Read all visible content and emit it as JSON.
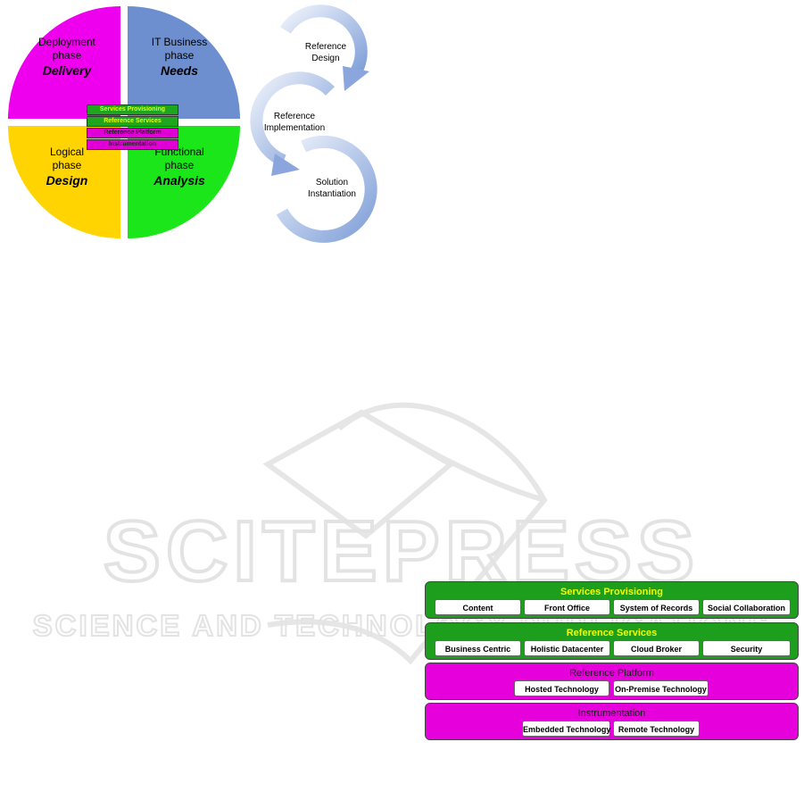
{
  "wheel": {
    "quadrants": [
      {
        "id": "deployment",
        "line1": "Deployment",
        "line2": "phase",
        "emphasis": "Delivery",
        "color": "#ee00ee"
      },
      {
        "id": "it-business",
        "line1": "IT Business",
        "line2": "phase",
        "emphasis": "Needs",
        "color": "#6d8fcf"
      },
      {
        "id": "logical",
        "line1": "Logical",
        "line2": "phase",
        "emphasis": "Design",
        "color": "#ffd400"
      },
      {
        "id": "functional",
        "line1": "Functional",
        "line2": "phase",
        "emphasis": "Analysis",
        "color": "#1ae61a"
      }
    ],
    "center_layers": [
      "Services Provisioning",
      "Reference Services",
      "Reference Platform",
      "Instrumentation"
    ]
  },
  "cycle": {
    "steps": [
      {
        "line1": "Reference",
        "line2": "Design"
      },
      {
        "line1": "Reference",
        "line2": "Implementation"
      },
      {
        "line1": "Solution",
        "line2": "Instantiation"
      }
    ]
  },
  "stack": {
    "layers": [
      {
        "title": "Services Provisioning",
        "items": [
          "Content",
          "Front Office",
          "System of Records",
          "Social Collaboration"
        ]
      },
      {
        "title": "Reference Services",
        "items": [
          "Business Centric",
          "Holistic Datacenter",
          "Cloud Broker",
          "Security"
        ]
      },
      {
        "title": "Reference Platform",
        "items": [
          "Hosted Technology",
          "On-Premise Technology"
        ]
      },
      {
        "title": "Instrumentation",
        "items": [
          "Embedded Technology",
          "Remote Technology"
        ]
      }
    ]
  },
  "watermark": {
    "main": "SCITEPRESS",
    "sub": "SCIENCE AND TECHNOLOGY PUBLICATIONS"
  }
}
